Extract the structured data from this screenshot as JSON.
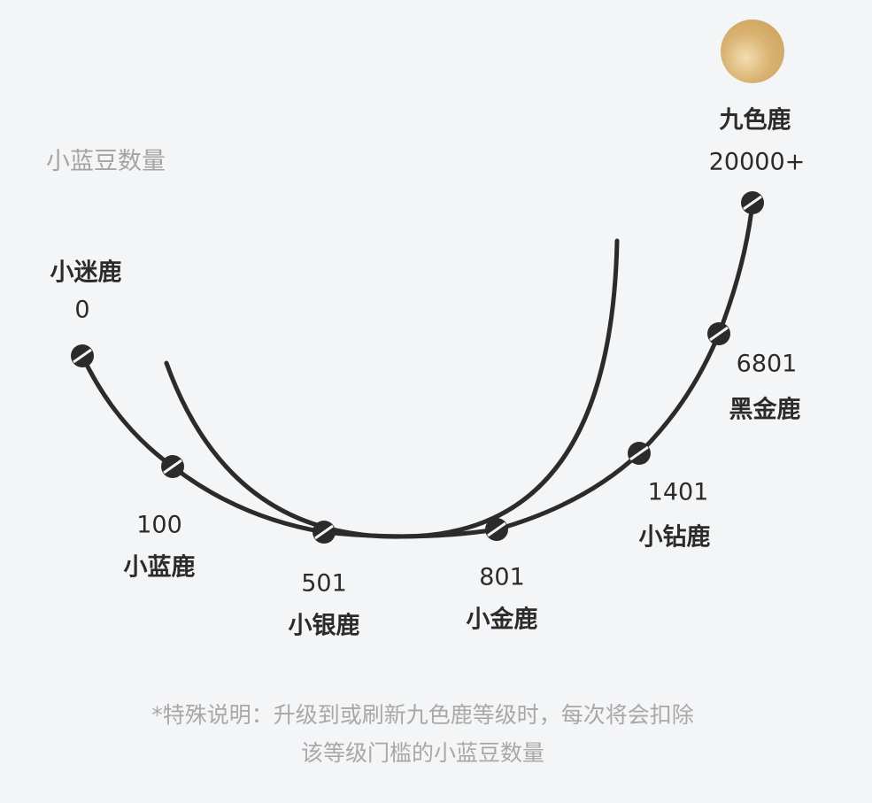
{
  "axis_label": "小蓝豆数量",
  "levels": [
    {
      "name": "小迷鹿",
      "threshold": "0"
    },
    {
      "name": "小蓝鹿",
      "threshold": "100"
    },
    {
      "name": "小银鹿",
      "threshold": "501"
    },
    {
      "name": "小金鹿",
      "threshold": "801"
    },
    {
      "name": "小钻鹿",
      "threshold": "1401"
    },
    {
      "name": "黑金鹿",
      "threshold": "6801"
    },
    {
      "name": "九色鹿",
      "threshold": "20000+"
    }
  ],
  "note": {
    "line1": "*特殊说明：升级到或刷新九色鹿等级时，每次将会扣除",
    "line2": "该等级门槛的小蓝豆数量"
  }
}
